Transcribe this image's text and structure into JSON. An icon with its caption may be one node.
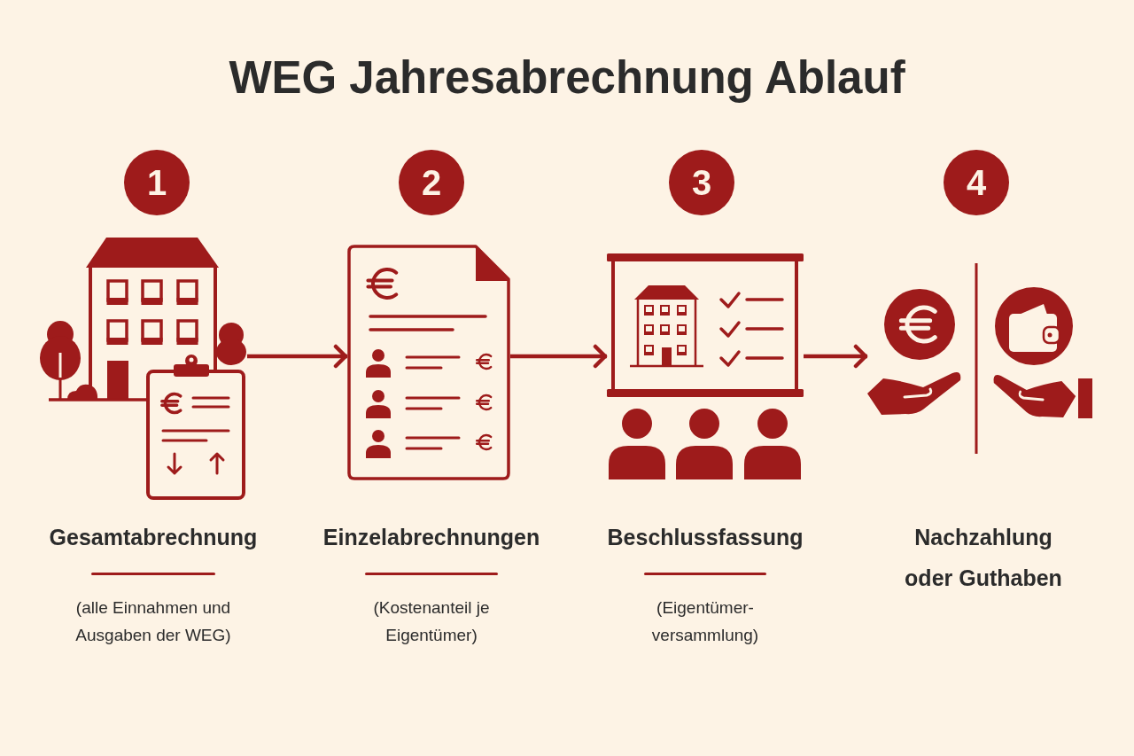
{
  "diagram": {
    "title": "WEG Jahresabrechnung Ablauf",
    "nodes": [
      {
        "text": [
          "1"
        ]
      },
      {
        "text": [
          "2"
        ]
      },
      {
        "text": [
          "3"
        ]
      },
      {
        "text": [
          "4"
        ]
      },
      {
        "text": [],
        "shape": "picture",
        "beside": [
          "Gesamtabrechnung",
          "(alle Einnahmen und Ausgaben der WEG)"
        ]
      },
      {
        "text": [],
        "shape": "picture",
        "beside": [
          "Einzelabrechnungen",
          "(Kostenanteil je Eigentümer)"
        ]
      },
      {
        "text": [],
        "shape": "picture",
        "beside": [
          "Beschlussfassung",
          "(Eigentümer- versammlung)"
        ]
      },
      {
        "text": [],
        "shape": "picture",
        "beside": [
          "Nachzahlung oder Guthaben"
        ]
      }
    ],
    "edges": [
      {
        "from": 4,
        "to": 5,
        "arrow": "to"
      },
      {
        "from": 5,
        "to": 6,
        "arrow": "to"
      },
      {
        "from": 6,
        "to": 7,
        "arrow": "to"
      }
    ]
  }
}
